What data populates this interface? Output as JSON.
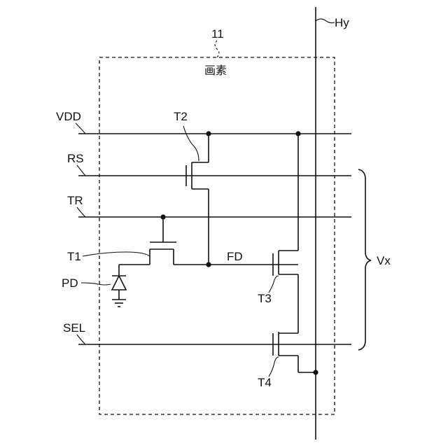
{
  "labels": {
    "block_ref": "11",
    "block_name": "画素",
    "vertical_line": "Hy",
    "vdd": "VDD",
    "rs": "RS",
    "tr": "TR",
    "sel": "SEL",
    "t1": "T1",
    "t2": "T2",
    "t3": "T3",
    "t4": "T4",
    "pd": "PD",
    "fd": "FD",
    "bus": "Vx"
  }
}
